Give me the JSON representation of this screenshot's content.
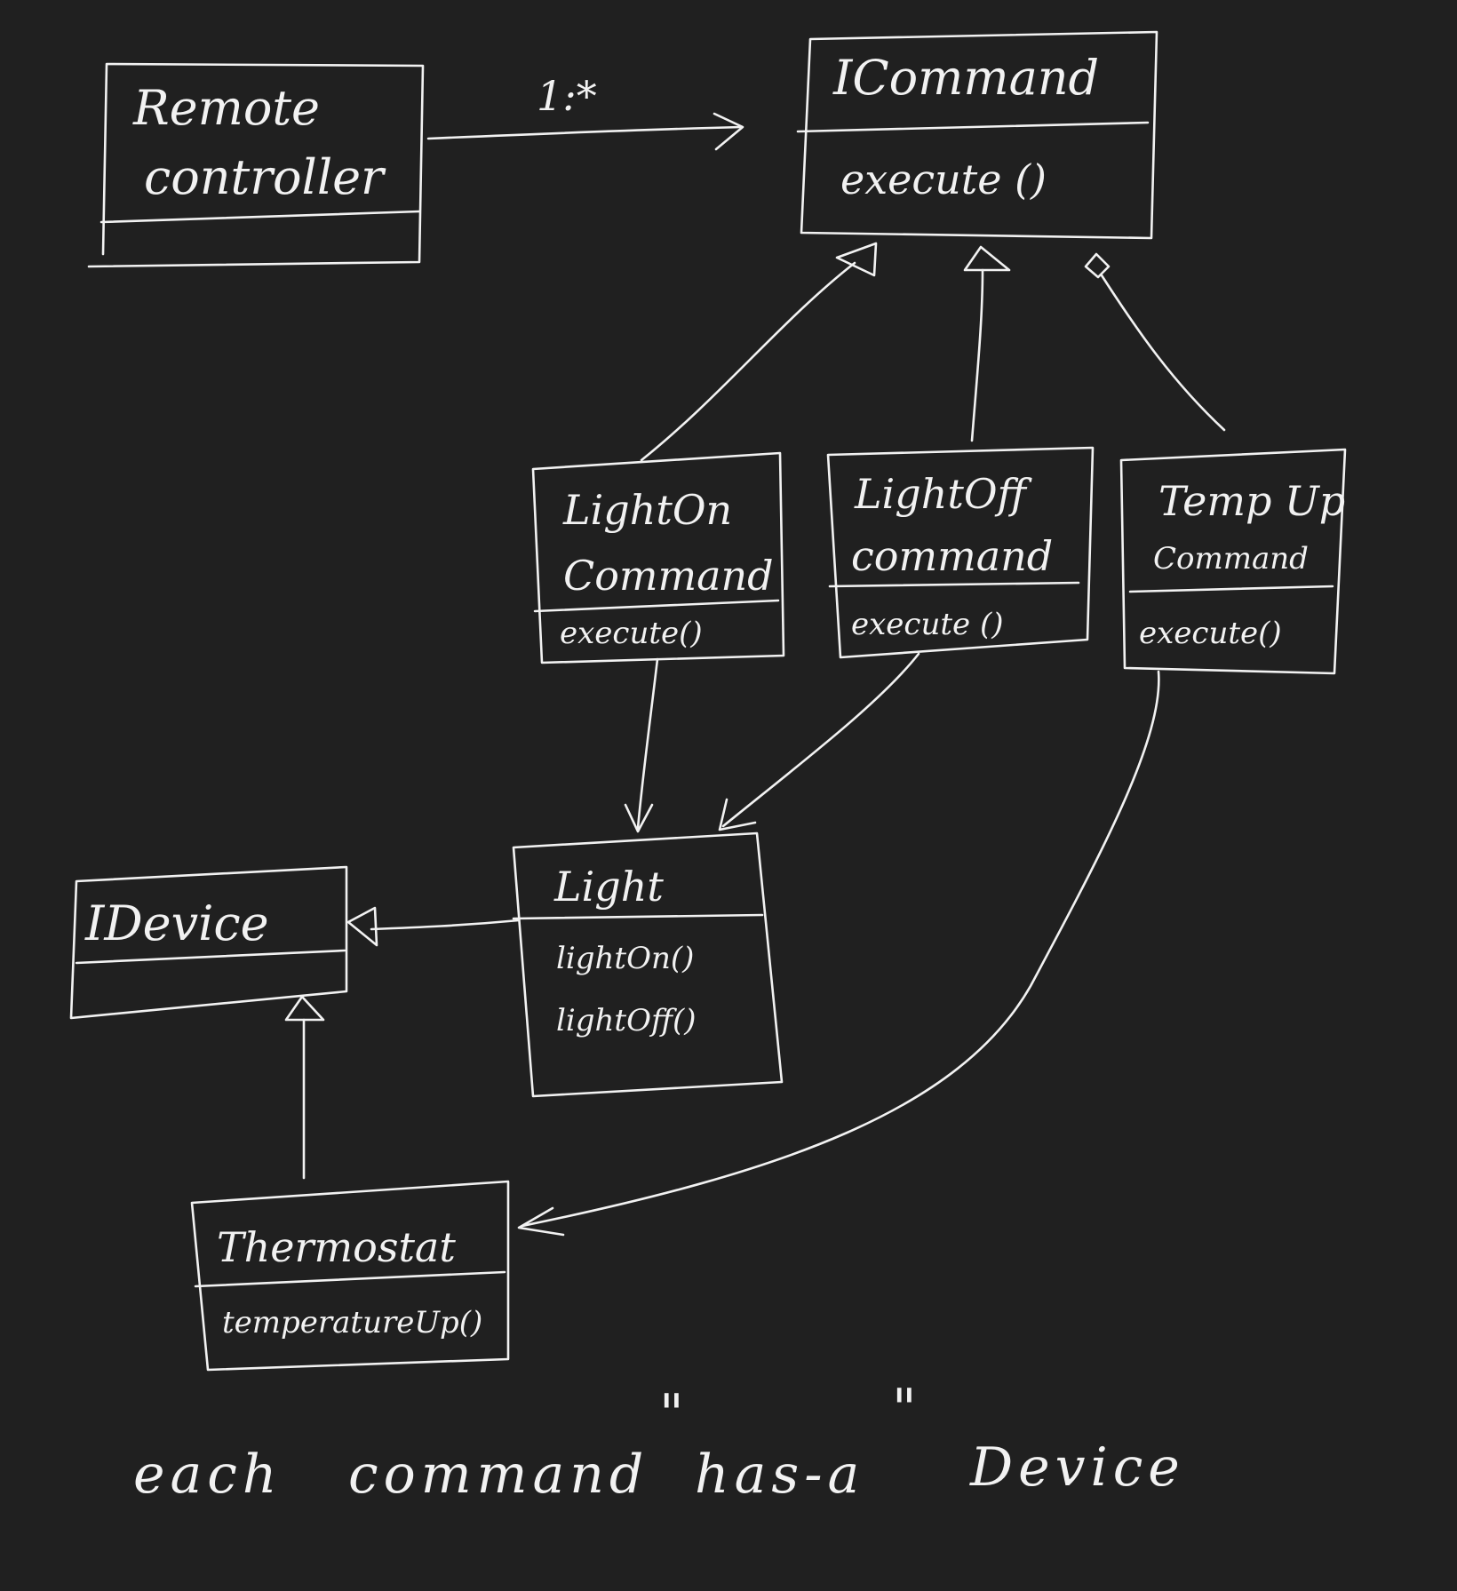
{
  "diagram": {
    "classes": {
      "remote_controller": {
        "name_line1": "Remote",
        "name_line2": "controller"
      },
      "icommand": {
        "name": "ICommand",
        "method": "execute ()"
      },
      "light_on_command": {
        "name_line1": "LightOn",
        "name_line2": "Command",
        "method": "execute()"
      },
      "light_off_command": {
        "name_line1": "LightOff",
        "name_line2": "command",
        "method": "execute ()"
      },
      "temp_up_command": {
        "name_line1": "Temp Up",
        "name_line2": "Command",
        "method": "execute()"
      },
      "light": {
        "name": "Light",
        "method1": "lightOn()",
        "method2": "lightOff()"
      },
      "idevice": {
        "name": "IDevice"
      },
      "thermostat": {
        "name": "Thermostat",
        "method": "temperatureUp()"
      }
    },
    "multiplicity": "1:*",
    "note": {
      "word1": "each",
      "word2": "command",
      "quote_open": "\"",
      "word3": "has-a",
      "quote_close": "\"",
      "word4": "Device"
    }
  },
  "colors": {
    "background": "#202020",
    "ink": "#f2f2f2"
  }
}
